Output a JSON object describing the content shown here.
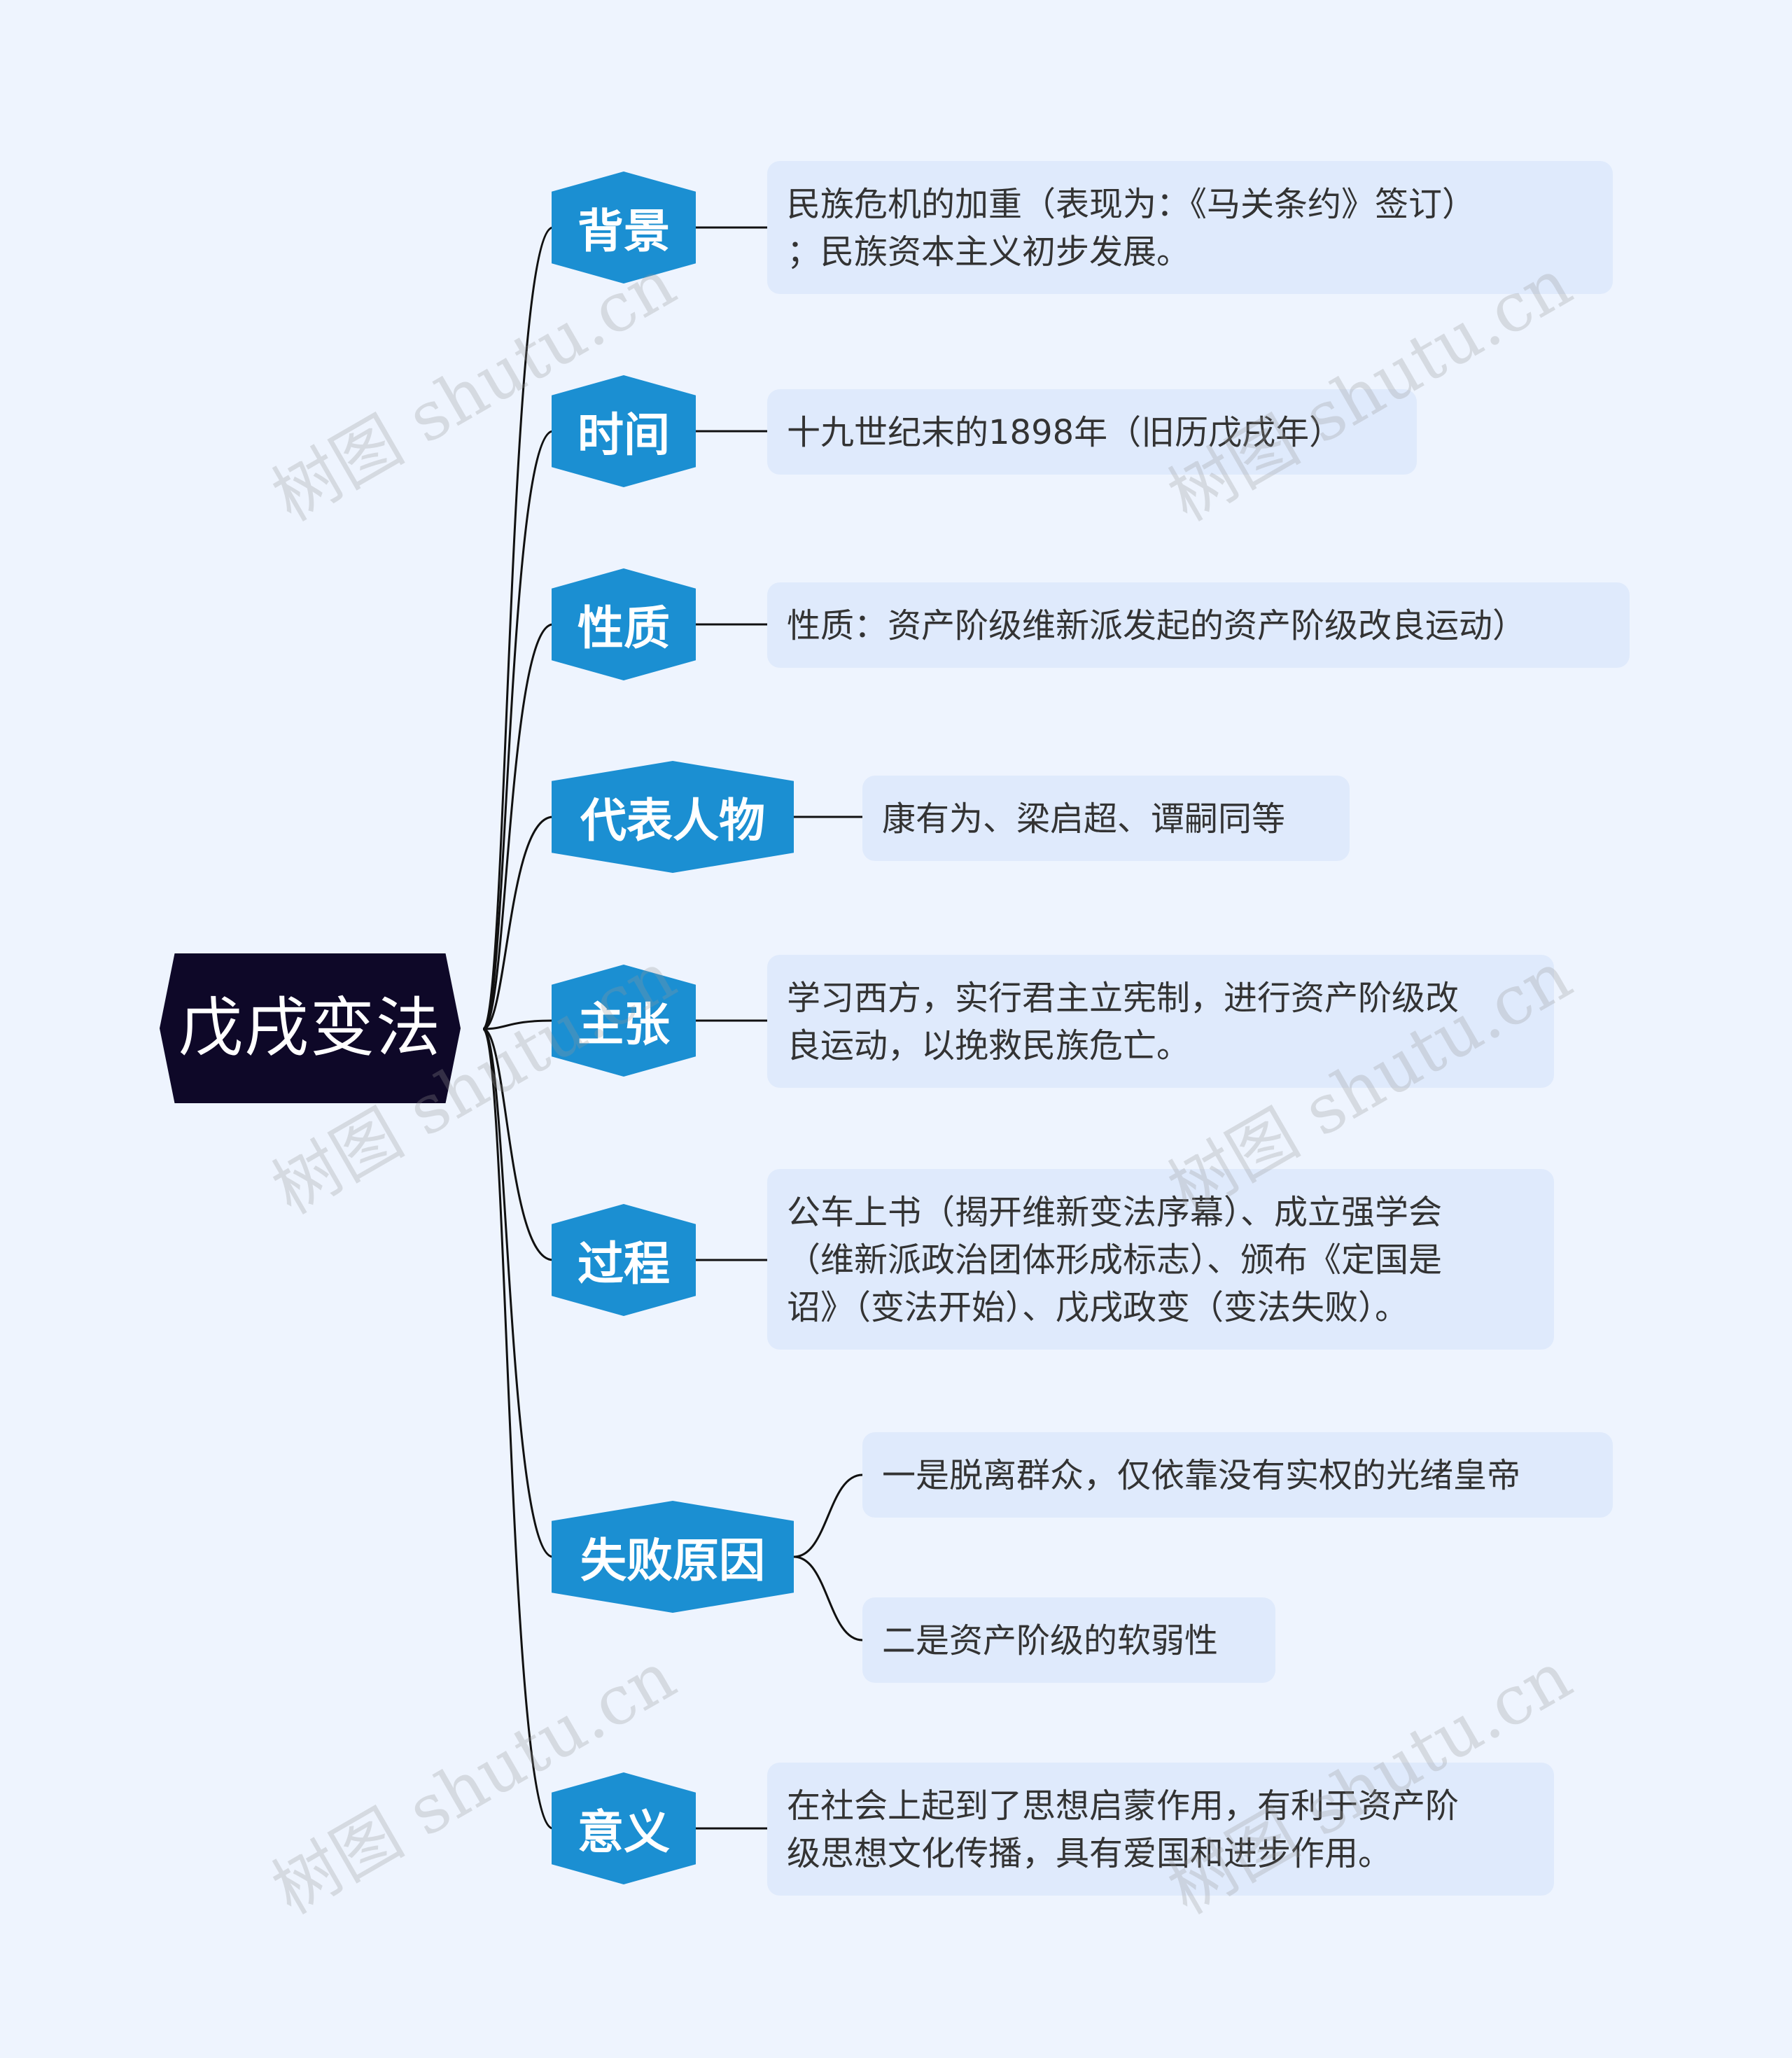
{
  "title": "戊戌变法",
  "branches": [
    {
      "label": "背景",
      "items": [
        "民族危机的加重（表现为：《马关条约》签订）\n；民族资本主义初步发展。"
      ]
    },
    {
      "label": "时间",
      "items": [
        "十九世纪末的1898年（旧历戊戌年）"
      ]
    },
    {
      "label": "性质",
      "items": [
        "性质：资产阶级维新派发起的资产阶级改良运动）"
      ]
    },
    {
      "label": "代表人物",
      "items": [
        "康有为、梁启超、谭嗣同等"
      ]
    },
    {
      "label": "主张",
      "items": [
        "学习西方，实行君主立宪制，进行资产阶级改\n良运动，以挽救民族危亡。"
      ]
    },
    {
      "label": "过程",
      "items": [
        "公车上书（揭开维新变法序幕）、成立强学会\n（维新派政治团体形成标志）、颁布《定国是\n诏》（变法开始）、戊戌政变（变法失败）。"
      ]
    },
    {
      "label": "失败原因",
      "items": [
        "一是脱离群众，仅依靠没有实权的光绪皇帝",
        "二是资产阶级的软弱性"
      ]
    },
    {
      "label": "意义",
      "items": [
        "在社会上起到了思想启蒙作用，有利于资产阶\n级思想文化传播，具有爱国和进步作用。"
      ]
    }
  ],
  "watermark": "树图 shutu.cn",
  "colors": {
    "background": "#eef4fe",
    "root": "#0e0828",
    "branch": "#1b8fd2",
    "leaf": "#dfeafc",
    "line": "#111111"
  }
}
